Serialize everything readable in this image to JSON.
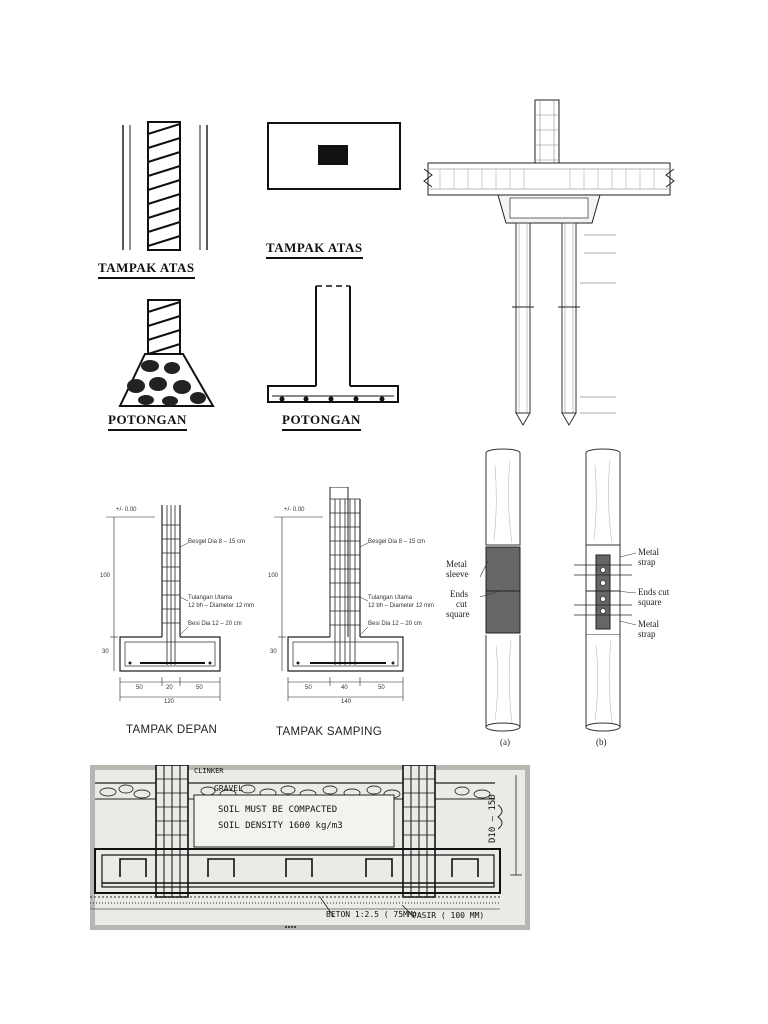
{
  "fig1": {
    "title_top": "TAMPAK ATAS",
    "title_bottom": "POTONGAN"
  },
  "fig2": {
    "title_top": "TAMPAK ATAS",
    "title_bottom": "POTONGAN"
  },
  "fig4": {
    "depan": {
      "caption": "TAMPAK DEPAN",
      "level": "+/- 0.00",
      "note_begel": "Besgel Dia 8 – 15 cm",
      "note_tulangan_1": "Tulangan Utama",
      "note_tulangan_2": "12 bh – Diameter 12 mm",
      "note_besi": "Besi Dia 12 – 20 cm",
      "dim_h1": "100",
      "dim_h2": "30",
      "dims_bottom": [
        "50",
        "20",
        "50"
      ],
      "dim_total": "120"
    },
    "samping": {
      "caption": "TAMPAK SAMPING",
      "level": "+/- 0.00",
      "note_begel": "Besgel Dia 8 – 15 cm",
      "note_tulangan_1": "Tulangan Utama",
      "note_tulangan_2": "12 bh – Diameter 12 mm",
      "note_besi": "Besi Dia 12 – 20 cm",
      "dim_h1": "100",
      "dim_h2": "30",
      "dims_bottom": [
        "50",
        "40",
        "50"
      ],
      "dim_total": "140"
    }
  },
  "fig5": {
    "a": {
      "label_1": "Metal",
      "label_2": "sleeve",
      "label_3": "Ends",
      "label_4": "cut",
      "label_5": "square",
      "tag": "(a)"
    },
    "b": {
      "label_1": "Metal",
      "label_2": "strap",
      "label_3": "Ends cut",
      "label_4": "square",
      "label_5": "Metal",
      "label_6": "strap",
      "tag": "(b)"
    }
  },
  "fig6": {
    "gravel": "GRAVEL",
    "soil_1": "SOIL MUST BE COMPACTED",
    "soil_2": "SOIL DENSITY 1600 kg/m3",
    "beton": "BETON 1:2.5 ( 75MM)",
    "pasir": "PASIR ( 100 MM)",
    "dim": "D10 – 150",
    "top": "CLINKER"
  }
}
